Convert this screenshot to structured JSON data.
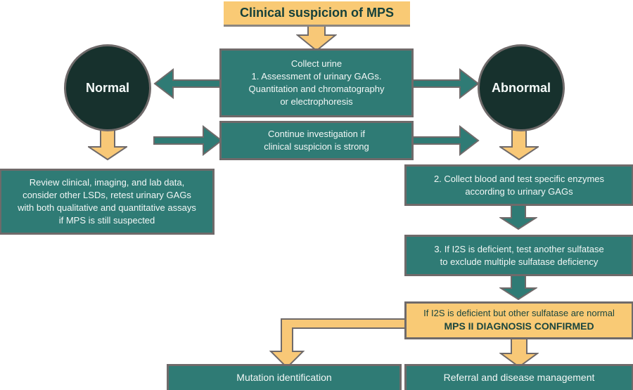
{
  "palette": {
    "teal_box": "#2F7B75",
    "dark_circle": "#17312D",
    "yellow_box": "#F9CA75",
    "arrow_yellow": "#F8C877",
    "outline_gray": "#6F6A6A",
    "dark_text": "#15403A",
    "light_text": "#F2F7F6"
  },
  "title": {
    "label": "Clinical suspicion of MPS"
  },
  "nodes": {
    "collect_urine": {
      "lines": [
        "Collect urine",
        "1. Assessment of urinary GAGs.",
        "Quantitation and chromatography",
        "or electrophoresis"
      ]
    },
    "continue_investigation": {
      "lines": [
        "Continue investigation if",
        "clinical suspicion is strong"
      ]
    },
    "normal": {
      "label": "Normal"
    },
    "abnormal": {
      "label": "Abnormal"
    },
    "review": {
      "lines": [
        "Review clinical, imaging, and lab data,",
        "consider other LSDs, retest urinary GAGs",
        "with both qualitative and quantitative assays",
        "if MPS is still suspected"
      ]
    },
    "collect_blood": {
      "lines": [
        "2. Collect blood and test specific enzymes",
        "according to urinary GAGs"
      ]
    },
    "sulfatase_test": {
      "lines": [
        "3. If I2S is deficient, test another sulfatase",
        "to exclude multiple sulfatase deficiency"
      ]
    },
    "diagnosis_confirmed": {
      "lines": [
        "If I2S is deficient but other sulfatase are normal",
        "MPS II DIAGNOSIS CONFIRMED"
      ]
    },
    "mutation": {
      "label": "Mutation identification"
    },
    "referral": {
      "label": "Referral and disease management"
    }
  }
}
